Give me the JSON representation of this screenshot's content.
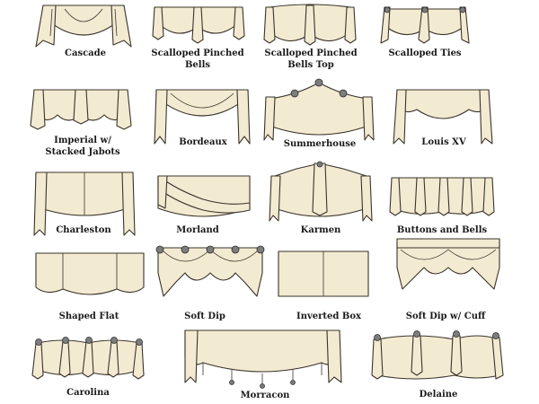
{
  "styles": [
    {
      "id": "cascade",
      "label": "Cascade"
    },
    {
      "id": "scalloped-pinched-bells",
      "label": "Scalloped Pinched\nBells"
    },
    {
      "id": "scalloped-pinched-bells-top",
      "label": "Scalloped Pinched\nBells Top"
    },
    {
      "id": "scalloped-ties",
      "label": "Scalloped Ties"
    },
    {
      "id": "imperial-stacked-jabots",
      "label": "Imperial w/\nStacked Jabots"
    },
    {
      "id": "bordeaux",
      "label": "Bordeaux"
    },
    {
      "id": "summerhouse",
      "label": "Summerhouse"
    },
    {
      "id": "louis-xv",
      "label": "Louis XV"
    },
    {
      "id": "charleston",
      "label": "Charleston"
    },
    {
      "id": "morland",
      "label": "Morland"
    },
    {
      "id": "karmen",
      "label": "Karmen"
    },
    {
      "id": "buttons-and-bells",
      "label": "Buttons and Bells"
    },
    {
      "id": "shaped-flat",
      "label": "Shaped Flat"
    },
    {
      "id": "soft-dip",
      "label": "Soft Dip"
    },
    {
      "id": "inverted-box",
      "label": "Inverted Box"
    },
    {
      "id": "soft-dip-cuff",
      "label": "Soft Dip w/ Cuff"
    },
    {
      "id": "carolina",
      "label": "Carolina"
    },
    {
      "id": "morracon",
      "label": "Morracon"
    },
    {
      "id": "delaine",
      "label": "Delaine"
    }
  ],
  "colors": {
    "fabric": "#f3ead2",
    "outline": "#3a342a",
    "knob": "#7d7d7d"
  }
}
